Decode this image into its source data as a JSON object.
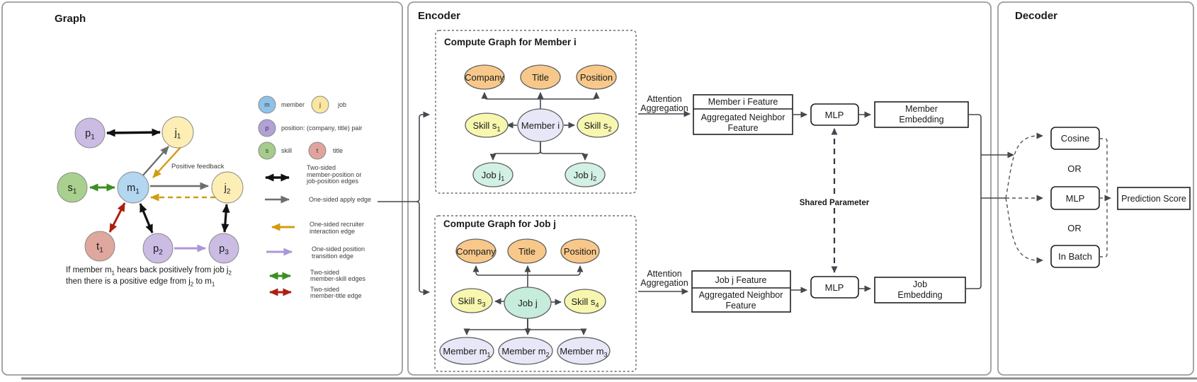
{
  "graph_panel": {
    "title": "Graph",
    "nodes": [
      {
        "id": "p1",
        "label": [
          {
            "t": "p"
          },
          {
            "t": "1",
            "sub": true
          }
        ],
        "fill": "#cabce3"
      },
      {
        "id": "j1",
        "label": [
          {
            "t": "j"
          },
          {
            "t": "1",
            "sub": true
          }
        ],
        "fill": "#fdeeb5"
      },
      {
        "id": "s1",
        "label": [
          {
            "t": "s"
          },
          {
            "t": "1",
            "sub": true
          }
        ],
        "fill": "#a9d08e"
      },
      {
        "id": "m1",
        "label": [
          {
            "t": "m"
          },
          {
            "t": "1",
            "sub": true
          }
        ],
        "fill": "#b3d6f1"
      },
      {
        "id": "j2",
        "label": [
          {
            "t": "j"
          },
          {
            "t": "2",
            "sub": true
          }
        ],
        "fill": "#fdeeb5"
      },
      {
        "id": "t1",
        "label": [
          {
            "t": "t"
          },
          {
            "t": "1",
            "sub": true
          }
        ],
        "fill": "#dfa79d"
      },
      {
        "id": "p2",
        "label": [
          {
            "t": "p"
          },
          {
            "t": "2",
            "sub": true
          }
        ],
        "fill": "#cabce3"
      },
      {
        "id": "p3",
        "label": [
          {
            "t": "p"
          },
          {
            "t": "3",
            "sub": true
          }
        ],
        "fill": "#cabce3"
      }
    ],
    "positive_feedback": "Positive feedback",
    "caption": {
      "line1": [
        {
          "t": "If member m"
        },
        {
          "t": "1",
          "sub": true
        },
        {
          "t": " hears back positively from job j"
        },
        {
          "t": "2",
          "sub": true
        }
      ],
      "line2": [
        {
          "t": "then there is a positive edge from j"
        },
        {
          "t": "2",
          "sub": true
        },
        {
          "t": " to m"
        },
        {
          "t": "1",
          "sub": true
        }
      ]
    },
    "legend_nodes": [
      {
        "letter": "m",
        "label": "member",
        "fill": "#8fc2e8"
      },
      {
        "letter": "j",
        "label": "job",
        "fill": "#fbe6a0"
      },
      {
        "letter": "p",
        "label": "position: (company, title) pair",
        "fill": "#b3a0d6"
      },
      {
        "letter": "s",
        "label": "skill",
        "fill": "#a5cc8b"
      },
      {
        "letter": "t",
        "label": "title",
        "fill": "#e1a39e"
      }
    ],
    "legend_edges": [
      {
        "lines": [
          "Two-sided",
          "member-position or",
          "job-position edges"
        ],
        "color": "#111111"
      },
      {
        "lines": [
          "One-sided apply edge"
        ],
        "color": "#6e6e6e"
      },
      {
        "lines": [
          "One-sided recruiter",
          "interaction edge"
        ],
        "color": "#d19c12"
      },
      {
        "lines": [
          "One-sided position",
          "transition edge"
        ],
        "color": "#ab97d8"
      },
      {
        "lines": [
          "Two-sided",
          "member-skill edges"
        ],
        "color": "#3d8e22"
      },
      {
        "lines": [
          "Two-sided",
          "member-title edge"
        ],
        "color": "#ab2011"
      }
    ]
  },
  "encoder_panel": {
    "title": "Encoder",
    "member_graph": {
      "title": "Compute Graph for Member i",
      "company": "Company",
      "title_node": "Title",
      "position": "Position",
      "skill_left": [
        {
          "t": "Skill s"
        },
        {
          "t": "1",
          "sub": true
        }
      ],
      "center": "Member i",
      "skill_right": [
        {
          "t": "Skill s"
        },
        {
          "t": "2",
          "sub": true
        }
      ],
      "job_left": [
        {
          "t": "Job j"
        },
        {
          "t": "1",
          "sub": true
        }
      ],
      "job_right": [
        {
          "t": "Job j"
        },
        {
          "t": "2",
          "sub": true
        }
      ]
    },
    "job_graph": {
      "title": "Compute Graph for Job j",
      "company": "Company",
      "title_node": "Title",
      "position": "Position",
      "skill_left": [
        {
          "t": "Skill s"
        },
        {
          "t": "3",
          "sub": true
        }
      ],
      "center": "Job j",
      "skill_right": [
        {
          "t": "Skill s"
        },
        {
          "t": "4",
          "sub": true
        }
      ],
      "member1": [
        {
          "t": "Member m"
        },
        {
          "t": "1",
          "sub": true
        }
      ],
      "member2": [
        {
          "t": "Member m"
        },
        {
          "t": "2",
          "sub": true
        }
      ],
      "member3": [
        {
          "t": "Member m"
        },
        {
          "t": "3",
          "sub": true
        }
      ]
    },
    "attention_member": [
      "Attention",
      "Aggregation"
    ],
    "attention_job": [
      "Attention",
      "Aggregation"
    ],
    "member_feature": {
      "row1": "Member i Feature",
      "row2": [
        "Aggregated Neighbor",
        "Feature"
      ]
    },
    "job_feature": {
      "row1": "Job j Feature",
      "row2": [
        "Aggregated Neighbor",
        "Feature"
      ]
    },
    "mlp_top": "MLP",
    "mlp_bottom": "MLP",
    "member_embedding": [
      "Member",
      "Embedding"
    ],
    "job_embedding": [
      "Job",
      "Embedding"
    ],
    "shared_parameter": "Shared Parameter"
  },
  "decoder_panel": {
    "title": "Decoder",
    "cosine": "Cosine",
    "or1": "OR",
    "mlp": "MLP",
    "or2": "OR",
    "in_batch": "In Batch",
    "prediction": "Prediction Score"
  },
  "colors": {
    "panel_border": "#9c9c9c",
    "ellipse_orange": "#f8c88a",
    "ellipse_yellow": "#f7f7b0",
    "ellipse_lavender": "#e7e7f7",
    "ellipse_mint": "#d2f1e4",
    "ellipse_mint_dark": "#c6ecdc",
    "edge_black": "#111111",
    "edge_gray": "#6e6e6e",
    "edge_gold": "#d19c12",
    "edge_green": "#3d8e22",
    "edge_red": "#ab2011",
    "edge_purple": "#ab97d8"
  }
}
